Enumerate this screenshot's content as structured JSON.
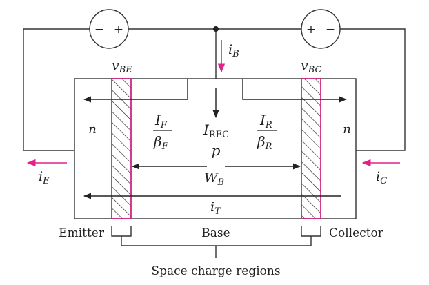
{
  "labels": {
    "v_be": "v",
    "v_be_sub": "BE",
    "v_bc": "v",
    "v_bc_sub": "BC",
    "i_b": "i",
    "i_b_sub": "B",
    "i_e": "i",
    "i_e_sub": "E",
    "i_c": "i",
    "i_c_sub": "C",
    "n_left": "n",
    "n_right": "n",
    "if_num": "I",
    "if_num_sub": "F",
    "if_den": "β",
    "if_den_sub": "F",
    "ir_num": "I",
    "ir_num_sub": "R",
    "ir_den": "β",
    "ir_den_sub": "R",
    "irec": "I",
    "irec_sub": "REC",
    "p": "p",
    "wb": "W",
    "wb_sub": "B",
    "it": "i",
    "it_sub": "T",
    "emitter": "Emitter",
    "base": "Base",
    "collector": "Collector",
    "space_charge": "Space charge regions"
  },
  "sources": {
    "left_minus": "−",
    "left_plus": "+",
    "right_plus": "+",
    "right_minus": "−"
  },
  "colors": {
    "accent": "#e0228a",
    "line": "#333333"
  }
}
